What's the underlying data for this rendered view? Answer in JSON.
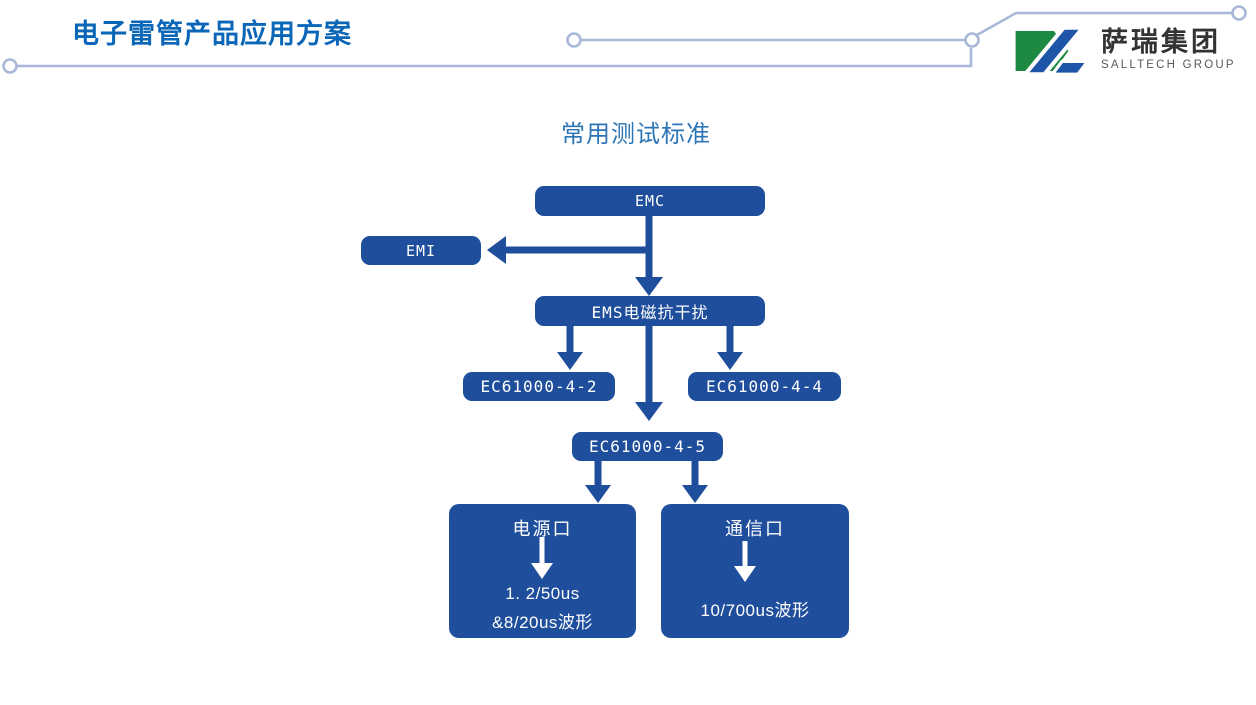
{
  "page": {
    "title": "电子雷管产品应用方案"
  },
  "logo": {
    "name_cn": "萨瑞集团",
    "name_en": "SALLTECH GROUP"
  },
  "diagram": {
    "title": "常用测试标准",
    "nodes": {
      "emc": {
        "label": "EMC"
      },
      "emi": {
        "label": "EMI"
      },
      "ems": {
        "label": "EMS电磁抗干扰"
      },
      "ec4_2": {
        "label": "EC61000-4-2"
      },
      "ec4_4": {
        "label": "EC61000-4-4"
      },
      "ec4_5": {
        "label": "EC61000-4-5"
      },
      "power": {
        "title": "电源口",
        "wave_line1": "1. 2/50us",
        "wave_line2": "&8/20us波形"
      },
      "comm": {
        "title": "通信口",
        "wave_line1": "10/700us波形"
      }
    }
  },
  "colors": {
    "node_blue": "#1F4E9C",
    "heading_blue": "#0A66B7",
    "subtitle_blue": "#2E75B6",
    "decor_line": "#A9B7D9",
    "logo_green": "#1E8A41",
    "logo_blue": "#1F55A8",
    "node_text": "#FFFFFF"
  }
}
